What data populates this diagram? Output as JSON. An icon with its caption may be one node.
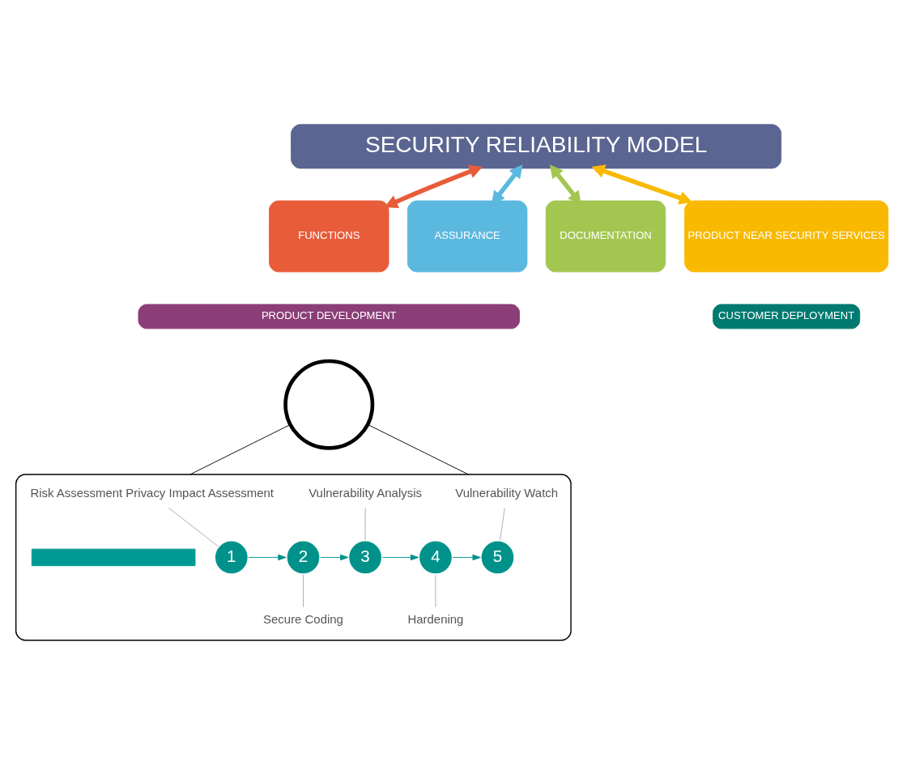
{
  "diagram": {
    "nodes": [
      {
        "text": [
          "SECURITY RELIABILITY MODEL"
        ]
      },
      {
        "text": [
          "FUNCTIONS"
        ]
      },
      {
        "text": [
          "ASSURANCE"
        ]
      },
      {
        "text": [
          "DOCUMENTATION"
        ]
      },
      {
        "text": [
          "PRODUCT NEAR SECURITY SERVICES"
        ]
      },
      {
        "text": [
          "PRODUCT DEVELOPMENT"
        ]
      },
      {
        "text": [
          "CUSTOMER DEPLOYMENT"
        ]
      },
      {
        "text": [],
        "shape": "circle"
      },
      {
        "text": [],
        "shape": "box"
      },
      {
        "text": [
          "Risk Assessment Privacy Impact Assessment"
        ],
        "in": 8
      },
      {
        "text": [
          "Vulnerability Analysis"
        ],
        "in": 8
      },
      {
        "text": [
          "Vulnerability Watch"
        ],
        "in": 8
      },
      {
        "text": [],
        "shape": "bar",
        "in": 8
      },
      {
        "text": [
          "1"
        ],
        "in": 8
      },
      {
        "text": [
          "2"
        ],
        "in": 8
      },
      {
        "text": [
          "3"
        ],
        "in": 8
      },
      {
        "text": [
          "4"
        ],
        "in": 8
      },
      {
        "text": [
          "5"
        ],
        "in": 8
      },
      {
        "text": [
          "Secure Coding"
        ],
        "in": 8
      },
      {
        "text": [
          "Hardening"
        ],
        "in": 8
      }
    ],
    "edges": [
      {
        "from": 0,
        "to": 1,
        "arrow": "both",
        "style": "thick",
        "color": "#e85c3a"
      },
      {
        "from": 0,
        "to": 2,
        "arrow": "both",
        "style": "thick",
        "color": "#5bb8de"
      },
      {
        "from": 0,
        "to": 3,
        "arrow": "both",
        "style": "thick",
        "color": "#a3c650"
      },
      {
        "from": 0,
        "to": 4,
        "arrow": "both",
        "style": "thick",
        "color": "#f8b900"
      },
      {
        "from": 7,
        "to": 8,
        "arrow": "none",
        "color": "#000000"
      },
      {
        "from": 7,
        "to": 8,
        "arrow": "none",
        "color": "#000000"
      },
      {
        "from": 13,
        "to": 14,
        "arrow": "to",
        "color": "#00928a"
      },
      {
        "from": 14,
        "to": 15,
        "arrow": "to",
        "color": "#00928a"
      },
      {
        "from": 15,
        "to": 16,
        "arrow": "to",
        "color": "#00928a"
      },
      {
        "from": 16,
        "to": 17,
        "arrow": "to",
        "color": "#00928a"
      },
      {
        "from": 9,
        "to": 13,
        "arrow": "none",
        "color": "#aaaaaa"
      },
      {
        "from": 10,
        "to": 15,
        "arrow": "none",
        "color": "#aaaaaa"
      },
      {
        "from": 11,
        "to": 17,
        "arrow": "none",
        "color": "#aaaaaa"
      },
      {
        "from": 18,
        "to": 14,
        "arrow": "none",
        "color": "#aaaaaa"
      },
      {
        "from": 19,
        "to": 16,
        "arrow": "none",
        "color": "#aaaaaa"
      }
    ]
  }
}
